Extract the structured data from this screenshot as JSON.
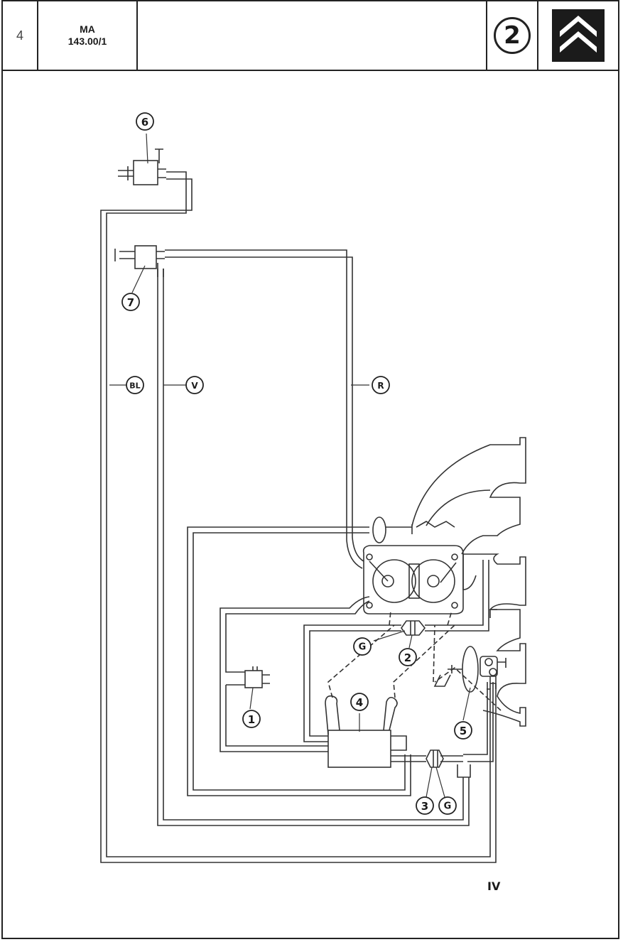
{
  "header": {
    "page_number": "4",
    "doc_code_line1": "MA",
    "doc_code_line2": "143.00/1",
    "chapter_number": "2"
  },
  "callouts": {
    "c1": "1",
    "c2": "2",
    "c3": "3",
    "c4": "4",
    "c5": "5",
    "c6": "6",
    "c7": "7",
    "g_top": "G",
    "g_bottom": "G"
  },
  "hose_labels": {
    "bl": "BL",
    "v": "V",
    "r": "R"
  },
  "page_marker": "IV"
}
